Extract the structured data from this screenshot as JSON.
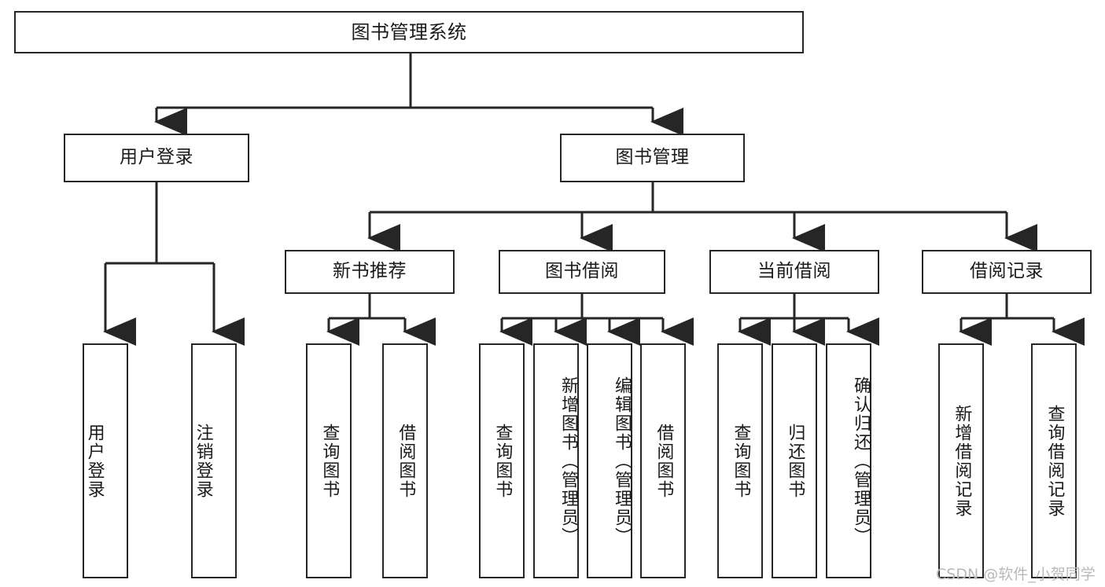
{
  "diagram": {
    "title": "图书管理系统",
    "type": "tree-hierarchy",
    "watermark": "CSDN @软件_小贺同学",
    "colors": {
      "stroke": "#262626",
      "fill": "#ffffff",
      "text": "#1a1a1a",
      "watermark": "#b9b9b9"
    },
    "root": {
      "label": "图书管理系统"
    },
    "level2": [
      {
        "label": "用户登录"
      },
      {
        "label": "图书管理"
      }
    ],
    "level3": [
      {
        "label": "新书推荐"
      },
      {
        "label": "图书借阅"
      },
      {
        "label": "当前借阅"
      },
      {
        "label": "借阅记录"
      }
    ],
    "leaves": {
      "user_login": [
        {
          "label": "用户登录"
        },
        {
          "label": "注销登录"
        }
      ],
      "new_book_recommend": [
        {
          "label": "查询图书"
        },
        {
          "label": "借阅图书"
        }
      ],
      "book_borrow": [
        {
          "label": "查询图书"
        },
        {
          "label": "新增图书（管理员）"
        },
        {
          "label": "编辑图书（管理员）"
        },
        {
          "label": "借阅图书"
        }
      ],
      "current_borrow": [
        {
          "label": "查询图书"
        },
        {
          "label": "归还图书"
        },
        {
          "label": "确认归还（管理员）"
        }
      ],
      "borrow_records": [
        {
          "label": "新增借阅记录"
        },
        {
          "label": "查询借阅记录"
        }
      ]
    }
  }
}
